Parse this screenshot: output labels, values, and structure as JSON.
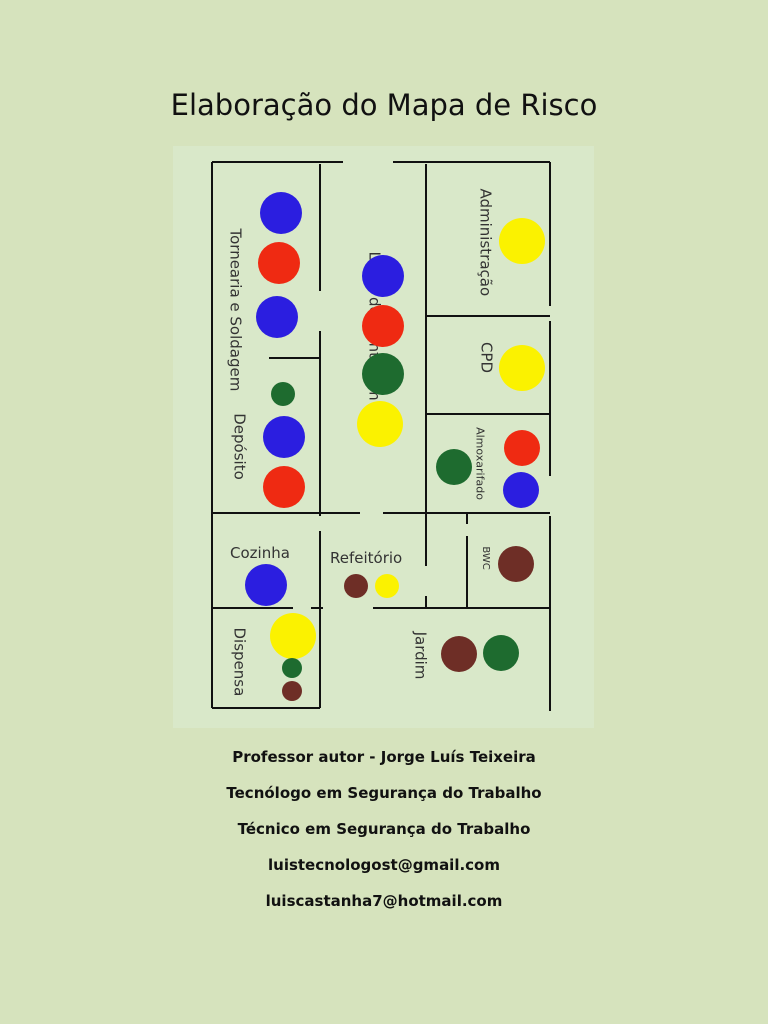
{
  "document": {
    "title": "Elaboração do Mapa de Risco"
  },
  "map": {
    "rooms": {
      "tornearia": "Tornearia e Soldagem",
      "linha": "Linha de Montagem",
      "administracao": "Administração",
      "cpd": "CPD",
      "almoxarifado": "Almoxarifado",
      "deposito": "Depósito",
      "cozinha": "Cozinha",
      "refeitorio": "Refeitório",
      "bwc": "BWC",
      "dispensa": "Dispensa",
      "jardim": "Jardim"
    },
    "colors": {
      "blue": "#2b1ee0",
      "red": "#ef2a12",
      "green": "#1e6b2f",
      "yellow": "#fbf200",
      "brown": "#6e2e26"
    }
  },
  "footer": {
    "author": "Professor autor - Jorge Luís Teixeira",
    "line1": "Tecnólogo em Segurança do Trabalho",
    "line2": "Técnico em Segurança do Trabalho",
    "email1": "luistecnologost@gmail.com",
    "email2": "luiscastanha7@hotmail.com"
  }
}
